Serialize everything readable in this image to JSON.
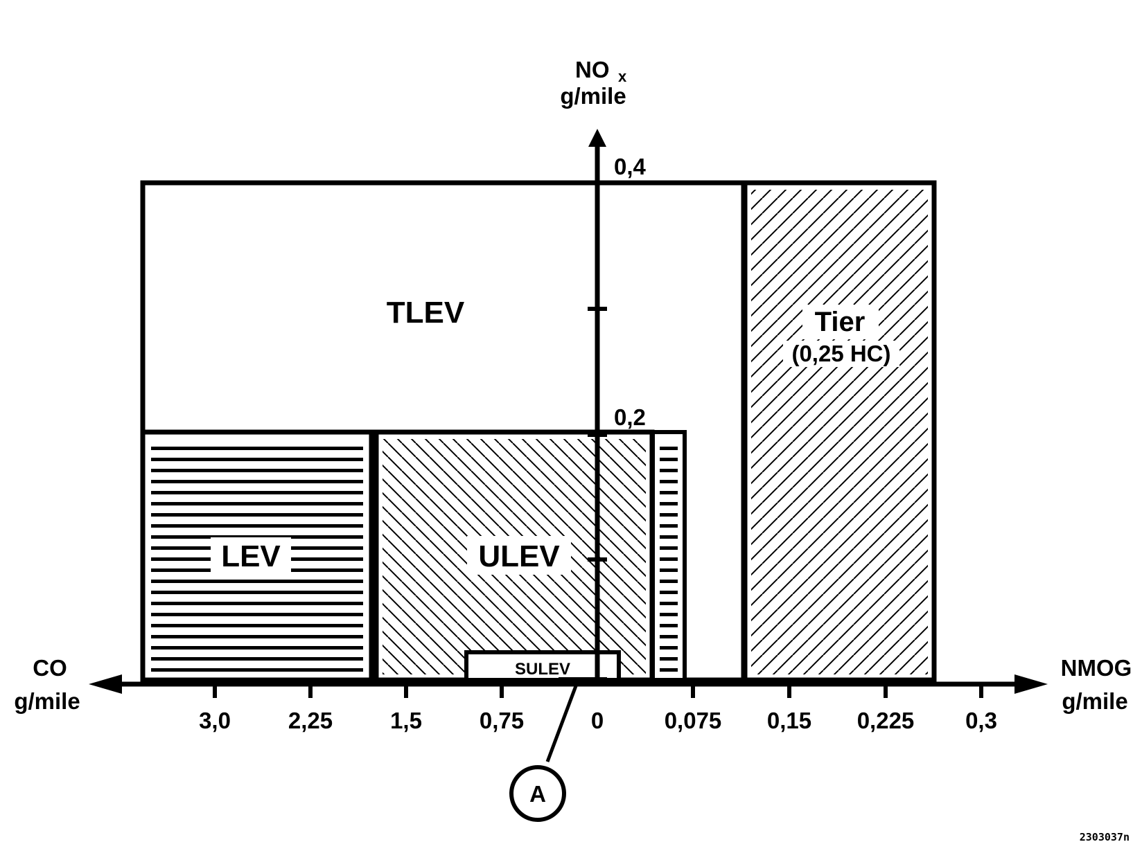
{
  "diagram": {
    "zones": [
      {
        "id": "tlev",
        "label": "TLEV"
      },
      {
        "id": "lev",
        "label": "LEV"
      },
      {
        "id": "ulev",
        "label": "ULEV"
      },
      {
        "id": "sulev",
        "label": "SULEV"
      },
      {
        "id": "tier",
        "label": "Tier",
        "sublabel": "(0,25 HC)"
      }
    ],
    "axes": {
      "nox": {
        "label": "NO",
        "subscript": "x",
        "unit": "g/mile",
        "ticks": [
          "0,4",
          "0,2"
        ]
      },
      "co": {
        "label": "CO",
        "unit": "g/mile",
        "ticks": [
          "3,0",
          "2,25",
          "1,5",
          "0,75"
        ]
      },
      "nmog": {
        "label": "NMOG",
        "unit": "g/mile",
        "ticks": [
          "0,075",
          "0,15",
          "0,225",
          "0,3"
        ]
      },
      "origin": "0"
    },
    "callout": {
      "label": "A"
    },
    "figure_code": "2303037n"
  }
}
